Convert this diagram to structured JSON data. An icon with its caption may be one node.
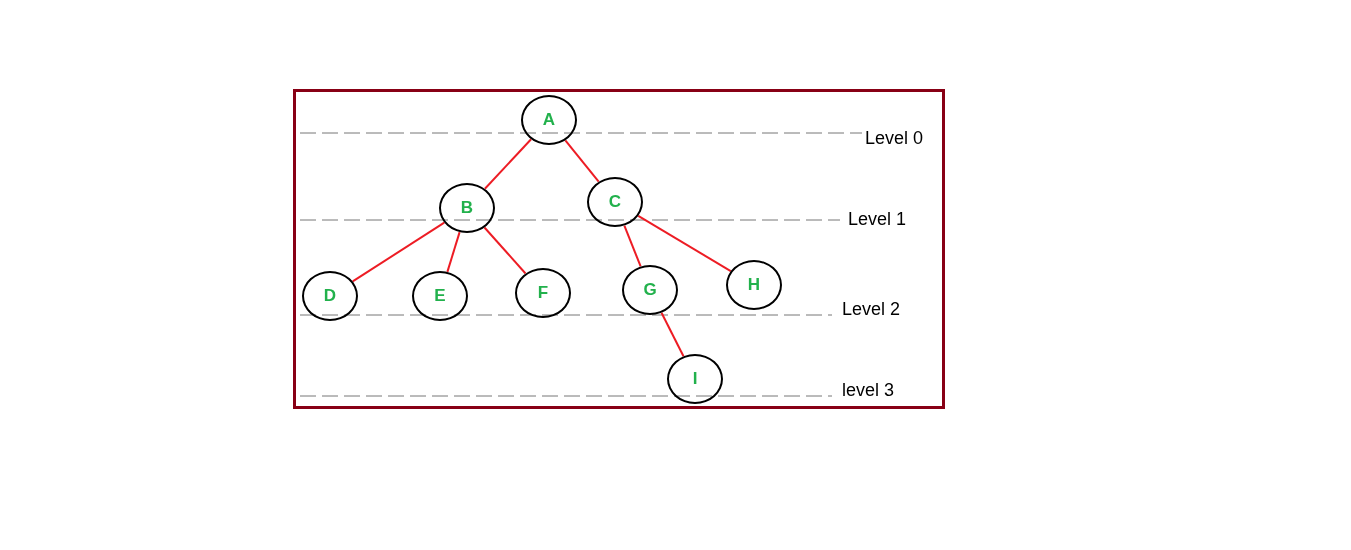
{
  "diagram": {
    "nodes": [
      {
        "text": [
          "A"
        ]
      },
      {
        "text": [
          "B"
        ]
      },
      {
        "text": [
          "C"
        ]
      },
      {
        "text": [
          "D"
        ]
      },
      {
        "text": [
          "E"
        ]
      },
      {
        "text": [
          "F"
        ]
      },
      {
        "text": [
          "G"
        ]
      },
      {
        "text": [
          "H"
        ]
      },
      {
        "text": [
          "I"
        ]
      }
    ],
    "edges": [
      {
        "from": 0,
        "to": 1,
        "arrow": "none"
      },
      {
        "from": 0,
        "to": 2,
        "arrow": "none"
      },
      {
        "from": 1,
        "to": 3,
        "arrow": "none"
      },
      {
        "from": 1,
        "to": 4,
        "arrow": "none"
      },
      {
        "from": 1,
        "to": 5,
        "arrow": "none"
      },
      {
        "from": 2,
        "to": 6,
        "arrow": "none"
      },
      {
        "from": 2,
        "to": 7,
        "arrow": "none"
      },
      {
        "from": 6,
        "to": 8,
        "arrow": "none"
      }
    ],
    "labels": [
      "Level 0",
      "Level 1",
      "Level 2",
      "level 3"
    ]
  }
}
